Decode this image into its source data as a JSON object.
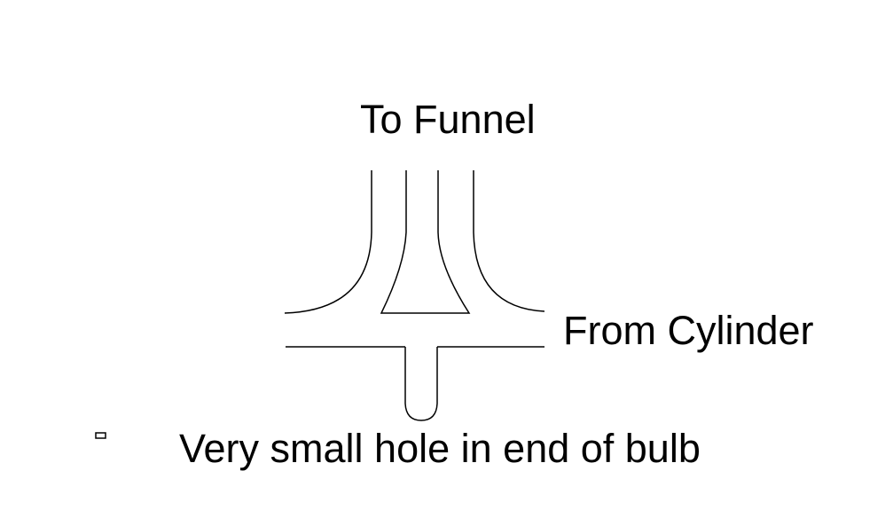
{
  "labels": {
    "top": "To Funnel",
    "right": "From Cylinder",
    "bottom": "Very small hole in end of bulb"
  },
  "colors": {
    "background": "#ffffff",
    "stroke": "#000000"
  }
}
